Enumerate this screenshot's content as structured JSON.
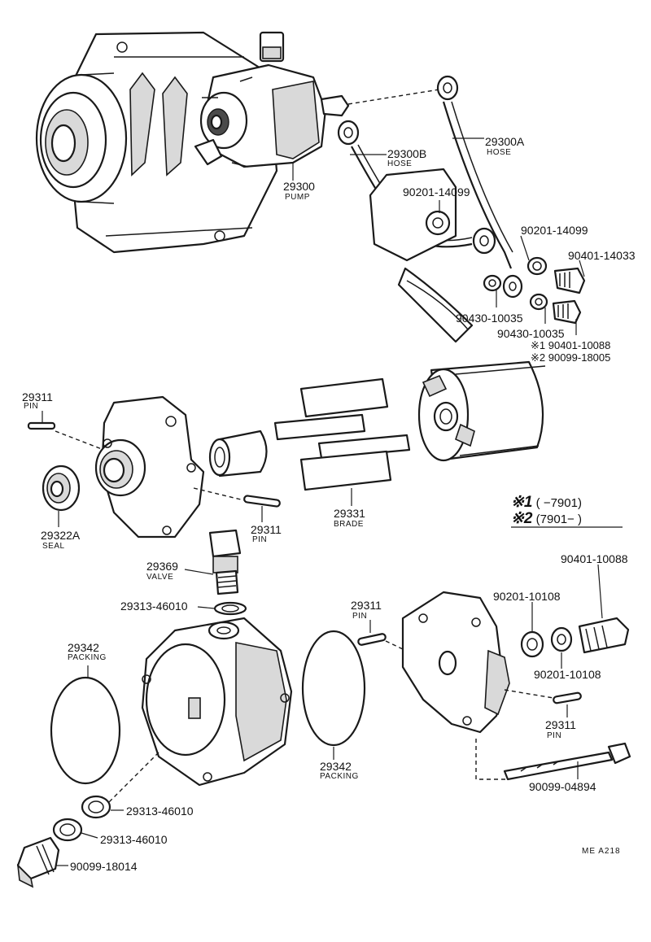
{
  "labels": {
    "pump_num": "29300",
    "pump_name": "PUMP",
    "hose_a_num": "29300A",
    "hose_a_name": "HOSE",
    "hose_b_num": "29300B",
    "hose_b_name": "HOSE",
    "washer_14099_a": "90201-14099",
    "washer_14099_b": "90201-14099",
    "bolt_14033": "90401-14033",
    "gasket_10035_a": "90430-10035",
    "gasket_10035_b": "90430-10035",
    "note_1": "※1 90401-10088",
    "note_2": "※2 90099-18005",
    "pin_num_1": "29311",
    "pin_name_1": "PIN",
    "pin_num_2": "29311",
    "pin_name_2": "PIN",
    "pin_num_3": "29311",
    "pin_name_3": "PIN",
    "pin_num_4": "29311",
    "pin_name_4": "PIN",
    "seal_num": "29322A",
    "seal_name": "SEAL",
    "blade_num": "29331",
    "blade_name": "BRADE",
    "valve_num": "29369",
    "valve_name": "VALVE",
    "gasket_46010_a": "29313-46010",
    "gasket_46010_b": "29313-46010",
    "gasket_46010_c": "29313-46010",
    "packing_num_1": "29342",
    "packing_name_1": "PACKING",
    "packing_num_2": "29342",
    "packing_name_2": "PACKING",
    "washer_10108_a": "90201-10108",
    "washer_10108_b": "90201-10108",
    "bolt_10088": "90401-10088",
    "bolt_04894": "90099-04894",
    "bolt_18014": "90099-18014",
    "legend_1_mark": "※1",
    "legend_1_range": "(        −7901)",
    "legend_2_mark": "※2",
    "legend_2_range": "(7901−        )",
    "drawing_code": "ME  A218"
  }
}
